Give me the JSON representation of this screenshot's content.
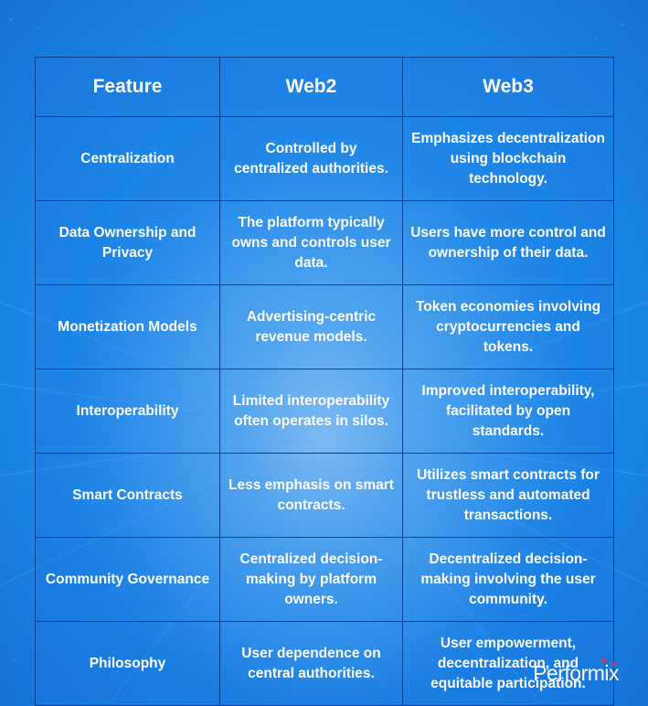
{
  "table": {
    "headers": [
      "Feature",
      "Web2",
      "Web3"
    ],
    "rows": [
      [
        "Centralization",
        "Controlled by centralized authorities.",
        "Emphasizes decentralization using blockchain technology."
      ],
      [
        "Data Ownership and Privacy",
        "The platform typically owns and controls user data.",
        "Users have more control and ownership of their data."
      ],
      [
        "Monetization Models",
        "Advertising-centric revenue models.",
        "Token economies involving cryptocurrencies and tokens."
      ],
      [
        "Interoperability",
        "Limited interoperability often operates in silos.",
        "Improved interoperability, facilitated by open standards."
      ],
      [
        "Smart Contracts",
        "Less emphasis on smart contracts.",
        "Utilizes smart contracts for trustless and automated transactions."
      ],
      [
        "Community Governance",
        "Centralized decision-making by platform owners.",
        "Decentralized decision-making involving the user community."
      ],
      [
        "Philosophy",
        "User dependence on central authorities.",
        "User empowerment, decentralization, and equitable participation."
      ]
    ]
  },
  "logo": {
    "text": "Performix"
  },
  "colors": {
    "background": "#1d8be8",
    "border": "#0a3f96",
    "text": "#ffffff",
    "logo_accent": "#e0305a"
  }
}
